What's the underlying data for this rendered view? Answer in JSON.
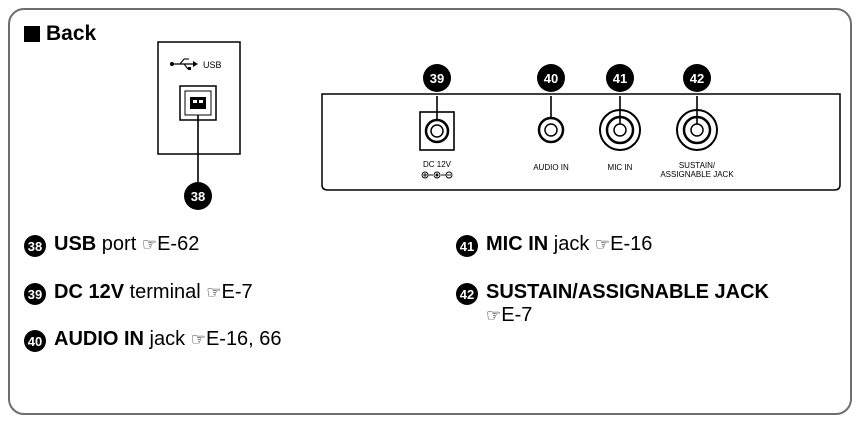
{
  "section": {
    "title": "Back"
  },
  "usb_panel": {
    "label": "USB"
  },
  "rear_panel": {
    "labels": {
      "dc": "DC 12V",
      "audio": "AUDIO IN",
      "mic": "MIC IN",
      "sustain_1": "SUSTAIN/",
      "sustain_2": "ASSIGNABLE JACK"
    }
  },
  "callouts": {
    "c38": "38",
    "c39": "39",
    "c40": "40",
    "c41": "41",
    "c42": "42"
  },
  "items": [
    {
      "num": "38",
      "name": "USB",
      "suffix": " port",
      "ref": "E-62"
    },
    {
      "num": "39",
      "name": "DC 12V",
      "suffix": " terminal",
      "ref": "E-7"
    },
    {
      "num": "40",
      "name": "AUDIO IN",
      "suffix": " jack",
      "ref": "E-16, 66"
    },
    {
      "num": "41",
      "name": "MIC IN",
      "suffix": " jack",
      "ref": "E-16"
    },
    {
      "num": "42",
      "name": "SUSTAIN/ASSIGNABLE JACK",
      "suffix": "",
      "ref": "E-7"
    }
  ],
  "icons": {
    "reference": "pointing-hand-icon",
    "usb": "usb-trident-icon",
    "dc_polarity": "dc-polarity-icon"
  }
}
